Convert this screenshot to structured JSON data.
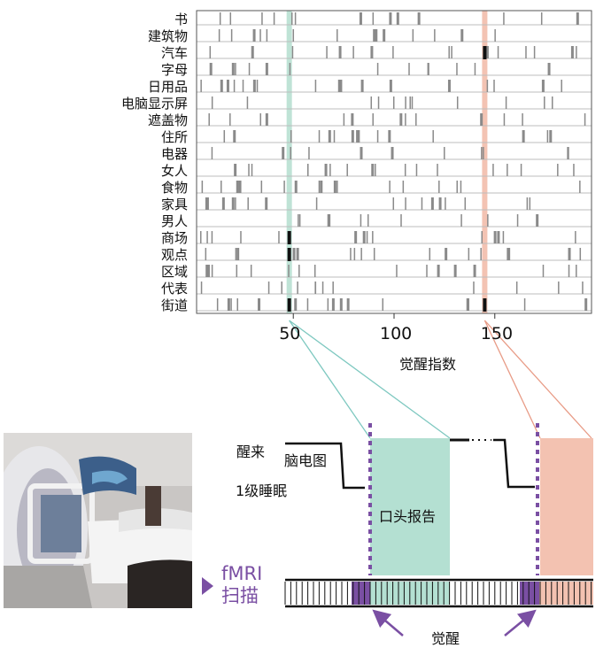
{
  "chart_data": {
    "type": "heatmap",
    "categories": [
      "书",
      "建筑物",
      "汽车",
      "字母",
      "日用品",
      "电脑显示屏",
      "遮盖物",
      "住所",
      "电器",
      "女人",
      "食物",
      "家具",
      "男人",
      "商场",
      "观点",
      "区域",
      "代表",
      "街道"
    ],
    "x_ticks": [
      50,
      100,
      150
    ],
    "xlabel": "觉醒指数",
    "xlim": [
      2,
      198
    ],
    "highlights": [
      {
        "x": 48,
        "color": "#bfe3d6"
      },
      {
        "x": 145,
        "color": "#f3c3b3"
      }
    ]
  },
  "diagram": {
    "eeg_label": "脑电图",
    "awake_label": "醒来",
    "sleep_label": "1级睡眠",
    "report_label": "口头报告",
    "awakening_label": "觉醒",
    "scan_label_1": "fMRI",
    "scan_label_2": "扫描"
  },
  "colors": {
    "teal": "#b4e0d2",
    "salmon": "#f3c2b1",
    "purple": "#7a4fa3",
    "teal_line": "#7ec8c0",
    "salmon_line": "#e89b86"
  }
}
